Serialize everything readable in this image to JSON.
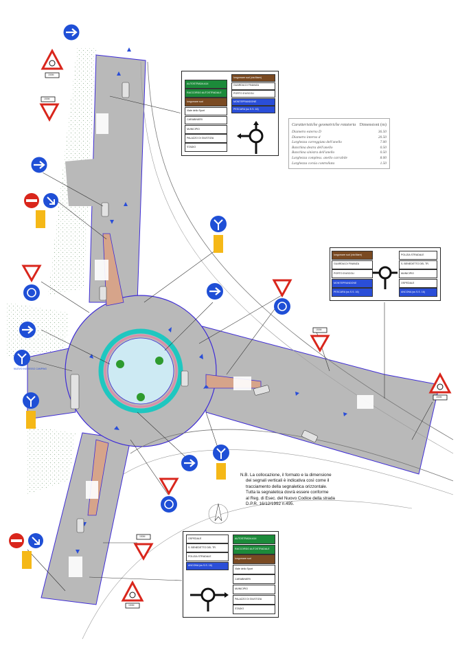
{
  "sign_plates": {
    "distance_150m": "150M"
  },
  "direction_panel_top": {
    "left_rows": [
      {
        "text": "AUTOSTRADA A14",
        "style": "green"
      },
      {
        "text": "RACCORDO AUTOSTRADALE",
        "style": "green"
      },
      {
        "text": "lungomare sud",
        "style": "brown"
      },
      {
        "text": "Viale dello Sport",
        "style": "white"
      },
      {
        "text": "CARABINIERI",
        "style": "white"
      },
      {
        "text": "MUNICIPIO",
        "style": "white"
      },
      {
        "text": "PALAZZO DI GIUSTIZIA",
        "style": "white"
      },
      {
        "text": "STADIO",
        "style": "white"
      }
    ],
    "right_rows": [
      {
        "text": "lungomare sud (via Mare)",
        "style": "brown"
      },
      {
        "text": "GUARDIA DI FINANZA",
        "style": "white"
      },
      {
        "text": "PORTO D'ASCOLI",
        "style": "white"
      },
      {
        "text": "MONTEPRANDONE",
        "style": "blue"
      },
      {
        "text": "PESCARA (ss S.S. 16)",
        "style": "blue"
      }
    ]
  },
  "direction_panel_right": {
    "left_rows": [
      {
        "text": "lungomare sud (via Mare)",
        "style": "brown"
      },
      {
        "text": "GUARDIA DI FINANZA",
        "style": "white"
      },
      {
        "text": "PORTO D'ASCOLI",
        "style": "white"
      },
      {
        "text": "MONTEPRANDONE",
        "style": "blue"
      },
      {
        "text": "PESCARA (ss S.S. 16)",
        "style": "blue"
      }
    ],
    "right_rows": [
      {
        "text": "POLIZIA STRADALE",
        "style": "white"
      },
      {
        "text": "S. BENEDETTO DEL TR.",
        "style": "white"
      },
      {
        "text": "MUNICIPIO",
        "style": "white"
      },
      {
        "text": "OSPEDALE",
        "style": "white"
      },
      {
        "text": "ANCONA (ss S.S. 16)",
        "style": "blue"
      }
    ]
  },
  "direction_panel_bottom": {
    "left_rows": [
      {
        "text": "OSPEDALE",
        "style": "white"
      },
      {
        "text": "S. BENEDETTO DEL TR.",
        "style": "white"
      },
      {
        "text": "POLIZIA STRADALE",
        "style": "white"
      },
      {
        "text": "ANCONA (ss S.S. 16)",
        "style": "blue"
      }
    ],
    "right_rows": [
      {
        "text": "AUTOSTRADA A14",
        "style": "green"
      },
      {
        "text": "RACCORDO AUTOSTRADALE",
        "style": "green"
      },
      {
        "text": "lungomare sud",
        "style": "brown"
      },
      {
        "text": "Viale dello Sport",
        "style": "white"
      },
      {
        "text": "CARABINIERI",
        "style": "white"
      },
      {
        "text": "MUNICIPIO",
        "style": "white"
      },
      {
        "text": "PALAZZO DI GIUSTIZIA",
        "style": "white"
      },
      {
        "text": "STADIO",
        "style": "white"
      }
    ]
  },
  "geometry_table": {
    "title": "Caratteristiche geometriche rotatoria",
    "value_header": "Dimensioni (m)",
    "rows": [
      {
        "label": "Diametro esterno D",
        "value": "36.50"
      },
      {
        "label": "Diametro interno d",
        "value": "20.50"
      },
      {
        "label": "Larghezza carreggiata dell'anello",
        "value": "7.00"
      },
      {
        "label": "Banchina destra dell'anello",
        "value": "0.50"
      },
      {
        "label": "Banchina sinistra dell'anello",
        "value": "0.50"
      },
      {
        "label": "Larghezza compless. anello carrabile",
        "value": "8.00"
      },
      {
        "label": "Larghezza corsia controllata",
        "value": "1.50"
      }
    ]
  },
  "note": {
    "lines": [
      "N.B. La collocazione, il formato e la dimensione",
      "dei segnali verticali è indicativa così come il",
      "tracciamento della segnaletica orizzontale.",
      "Tutta la segnaletica dovrà essere conforme",
      "al Reg. di Esec. del Nuovo Codice della strada",
      "D.P.R. 16/12/1992 n.495."
    ]
  },
  "road_label": "NUOVO INGRESSO CAMPING",
  "colors": {
    "asphalt": "#b9b9b9",
    "edge_line": "#3d2bd6",
    "ring_cyan": "#1fc7c0",
    "ring_pink": "#d98ea8",
    "island_blue": "#cdeaf3",
    "sign_blue": "#1f4fd6",
    "sign_red": "#d9261c",
    "plate_yellow": "#f5b817",
    "kerb_fill": "#d6a48a",
    "verge_dots": "#9ab59a"
  }
}
